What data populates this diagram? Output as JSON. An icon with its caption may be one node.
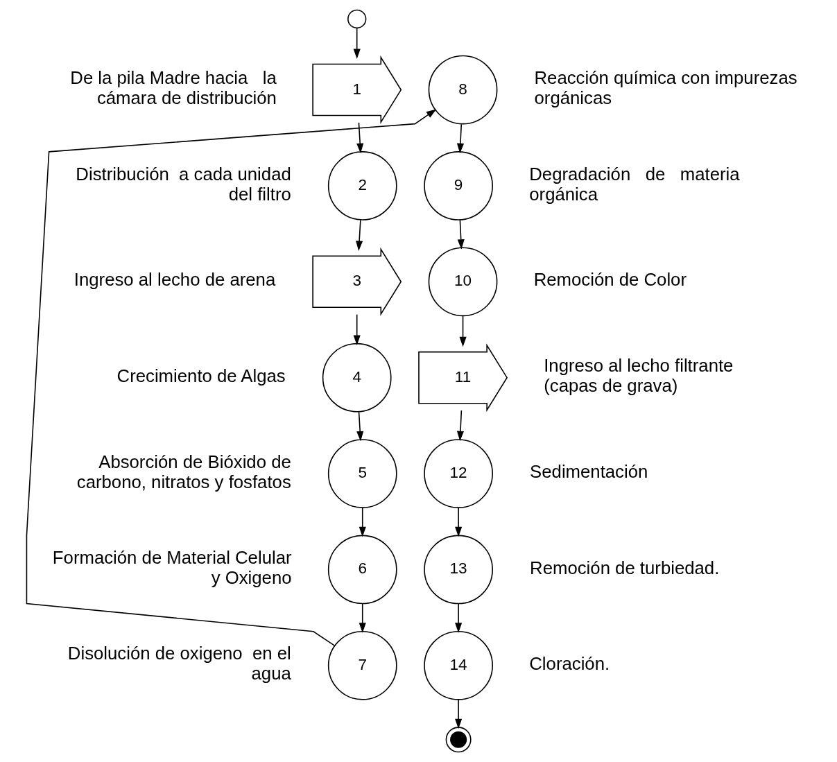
{
  "diagram": {
    "nodes": [
      {
        "text": [],
        "shape": "circle"
      },
      {
        "text": [
          "1"
        ],
        "beside": [
          "De la pila Madre hacia   la cámara de distribución"
        ]
      },
      {
        "text": [
          "2"
        ],
        "beside": [
          "Distribución  a cada unidad del filtro"
        ]
      },
      {
        "text": [
          "3"
        ],
        "beside": [
          "Ingreso al lecho de arena"
        ]
      },
      {
        "text": [
          "4"
        ],
        "beside": [
          "Crecimiento de Algas"
        ]
      },
      {
        "text": [
          "5"
        ],
        "beside": [
          "Absorción de Bióxido de carbono, nitratos y fosfatos"
        ]
      },
      {
        "text": [
          "6"
        ],
        "beside": [
          "Formación de Material Celular y Oxigeno"
        ]
      },
      {
        "text": [
          "7"
        ],
        "beside": [
          "Disolución de oxigeno  en el agua"
        ]
      },
      {
        "text": [
          "8"
        ],
        "beside": [
          "Reacción química con impurezas orgánicas"
        ]
      },
      {
        "text": [
          "9"
        ],
        "beside": [
          "Degradación   de   materia orgánica"
        ]
      },
      {
        "text": [
          "10"
        ],
        "beside": [
          "Remoción de Color"
        ]
      },
      {
        "text": [
          "11"
        ],
        "beside": [
          "Ingreso al lecho filtrante (capas de grava)"
        ]
      },
      {
        "text": [
          "12"
        ],
        "beside": [
          "Sedimentación"
        ]
      },
      {
        "text": [
          "13"
        ],
        "beside": [
          "Remoción de turbiedad."
        ]
      },
      {
        "text": [
          "14"
        ],
        "beside": [
          "Cloración."
        ]
      },
      {
        "text": [],
        "shape": "circle"
      }
    ],
    "edges": [
      {
        "from": 0,
        "to": 1,
        "arrow": "to"
      },
      {
        "from": 1,
        "to": 2,
        "arrow": "to"
      },
      {
        "from": 2,
        "to": 3,
        "arrow": "to"
      },
      {
        "from": 3,
        "to": 4,
        "arrow": "to"
      },
      {
        "from": 4,
        "to": 5,
        "arrow": "to"
      },
      {
        "from": 5,
        "to": 6,
        "arrow": "to"
      },
      {
        "from": 6,
        "to": 7,
        "arrow": "to"
      },
      {
        "from": 7,
        "to": 8,
        "arrow": "to"
      },
      {
        "from": 8,
        "to": 9,
        "arrow": "to"
      },
      {
        "from": 9,
        "to": 10,
        "arrow": "to"
      },
      {
        "from": 10,
        "to": 11,
        "arrow": "to"
      },
      {
        "from": 11,
        "to": 12,
        "arrow": "to"
      },
      {
        "from": 12,
        "to": 13,
        "arrow": "to"
      },
      {
        "from": 13,
        "to": 14,
        "arrow": "to"
      },
      {
        "from": 14,
        "to": 15,
        "arrow": "to"
      }
    ]
  }
}
